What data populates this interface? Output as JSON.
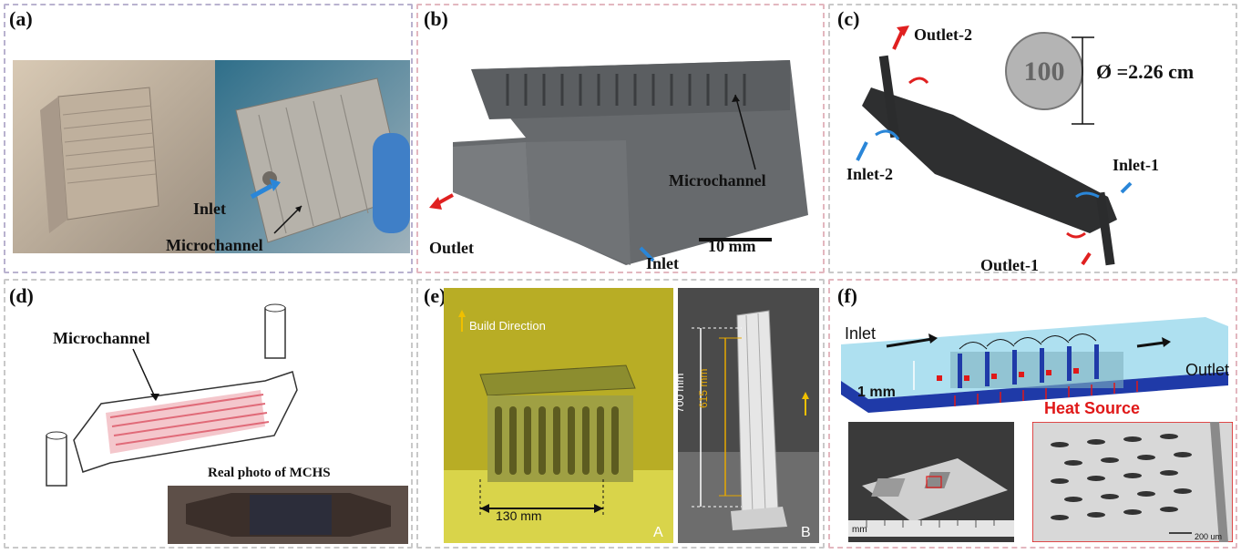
{
  "panels": {
    "a": {
      "tag": "(a)",
      "inlet": "Inlet",
      "microchannel": "Microchannel"
    },
    "b": {
      "tag": "(b)",
      "microchannel": "Microchannel",
      "outlet": "Outlet",
      "inlet": "Inlet",
      "scale": "10 mm"
    },
    "c": {
      "tag": "(c)",
      "outlet2": "Outlet-2",
      "diameter": "Ø =2.26 cm",
      "coin": "100",
      "inlet2": "Inlet-2",
      "inlet1": "Inlet-1",
      "outlet1": "Outlet-1"
    },
    "d": {
      "tag": "(d)",
      "microchannel": "Microchannel",
      "photo_caption": "Real photo of MCHS"
    },
    "e": {
      "tag": "(e)",
      "build": "Build Direction",
      "width": "130 mm",
      "height_total": "700 mm",
      "height_inner": "615 mm",
      "sub_a": "A",
      "sub_b": "B"
    },
    "f": {
      "tag": "(f)",
      "inlet": "Inlet",
      "outlet": "Outlet",
      "thickness": "1 mm",
      "heat": "Heat Source",
      "ruler_unit": "mm",
      "scale": "200 um"
    }
  },
  "colors": {
    "arrow_red": "#e02020",
    "arrow_blue": "#2a86d8",
    "heat_red": "#e01818",
    "panel_border": "#b9b2cf"
  }
}
